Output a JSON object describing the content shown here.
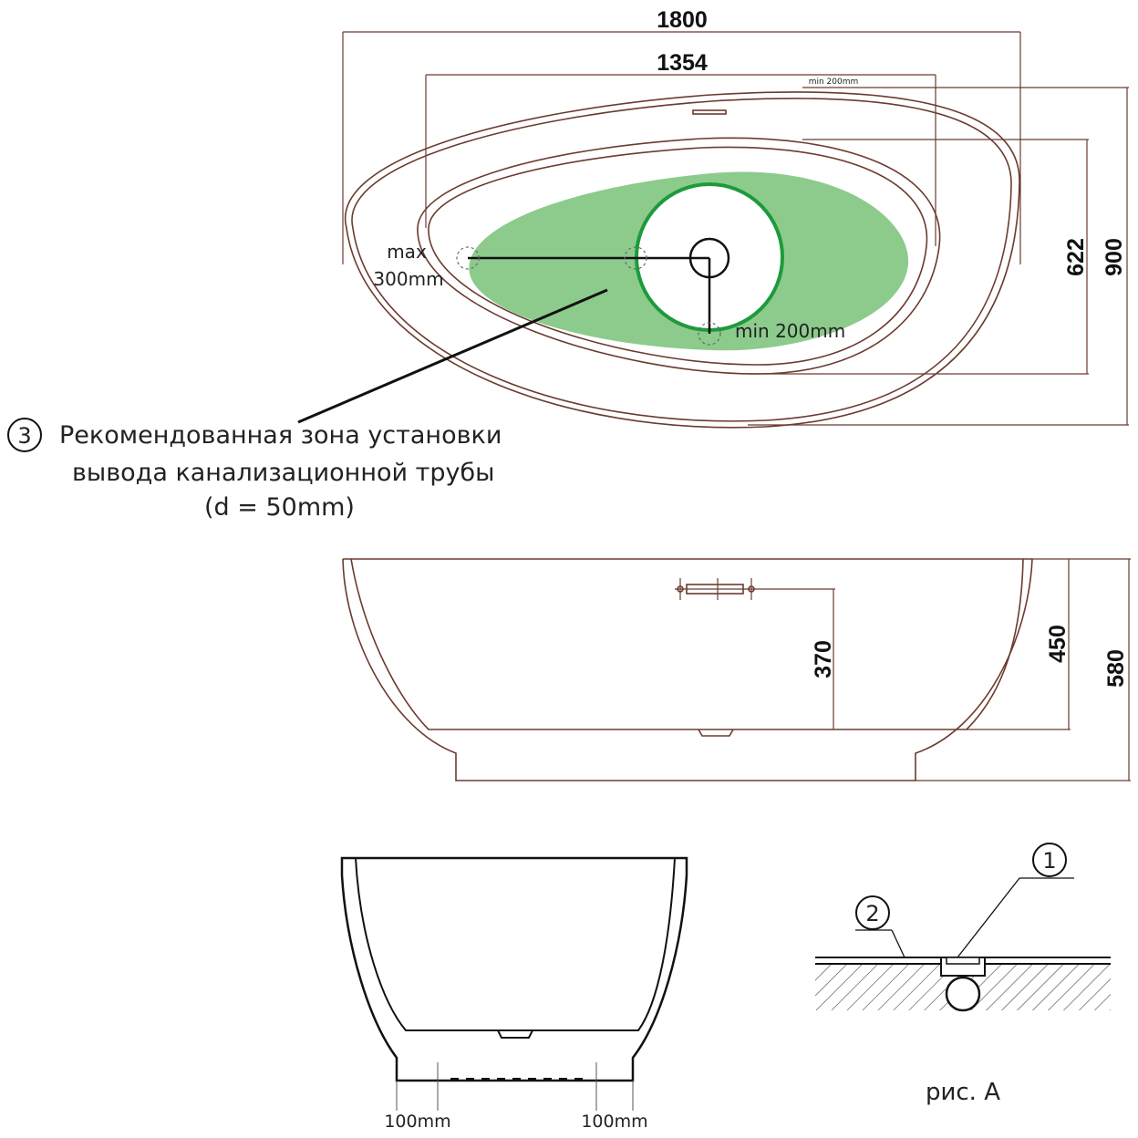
{
  "plan": {
    "dim_overall_length": "1800",
    "dim_inner_length": "1354",
    "dim_min_offset": "min 200mm",
    "dim_inner_width": "622",
    "dim_overall_width": "900",
    "label_max": "max",
    "label_max_value": "300mm",
    "label_min": "min 200mm",
    "zone_color": "#8ccb8c",
    "ring_color": "#1e9a3c"
  },
  "callout": {
    "number": "3",
    "line1": "Рекомендованная зона установки",
    "line2": "вывода канализационной трубы",
    "line3": "(d = 50mm)"
  },
  "side": {
    "dim_overflow_height": "370",
    "dim_inner_height": "450",
    "dim_total_height": "580"
  },
  "section": {
    "dim_left": "100mm",
    "dim_right": "100mm"
  },
  "detail": {
    "marker1": "1",
    "marker2": "2",
    "caption": "рис. А"
  }
}
